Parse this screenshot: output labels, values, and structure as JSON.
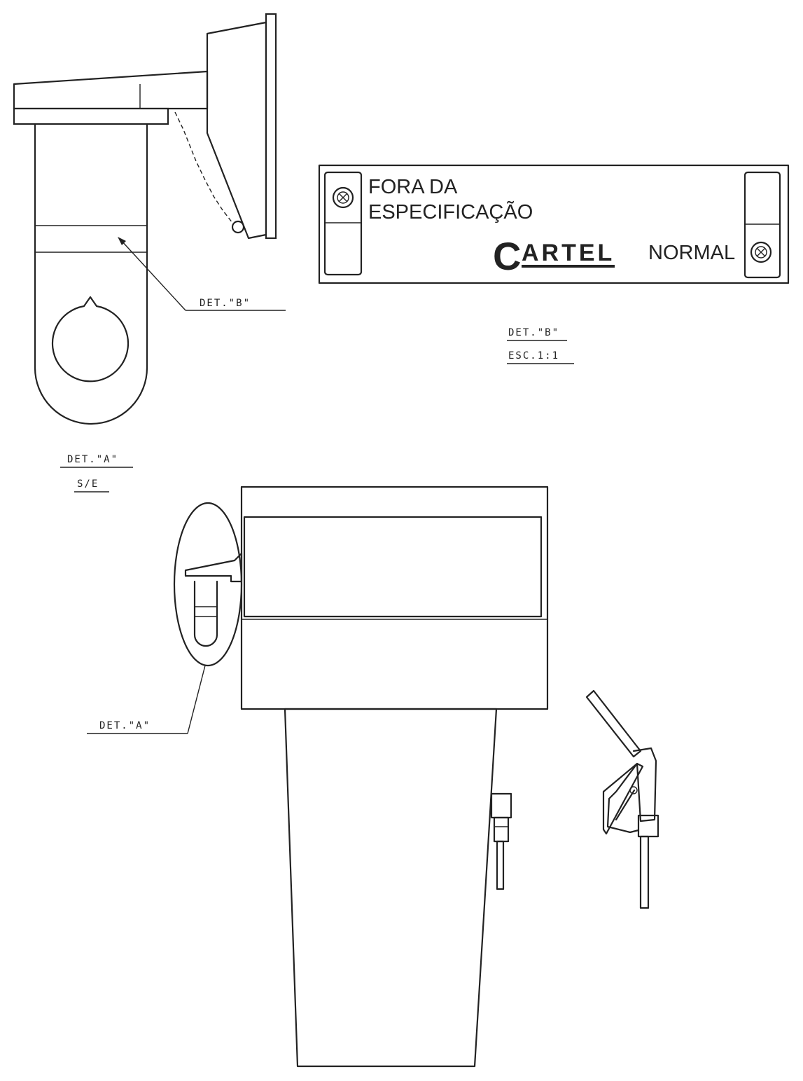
{
  "detail_a": {
    "leader_label": "DET.\"A\"",
    "title": "DET.\"A\"",
    "scale": "S/E"
  },
  "detail_b": {
    "leader_label": "DET.\"B\"",
    "title": "DET.\"B\"",
    "scale": "ESC.1:1"
  },
  "indicator_panel": {
    "left_text_line1": "FORA DA",
    "left_text_line2": "ESPECIFICAÇÃO",
    "logo_initial": "C",
    "logo_rest": "ARTEL",
    "right_text": "NORMAL"
  },
  "colors": {
    "ink": "#222222",
    "paper": "#ffffff"
  }
}
